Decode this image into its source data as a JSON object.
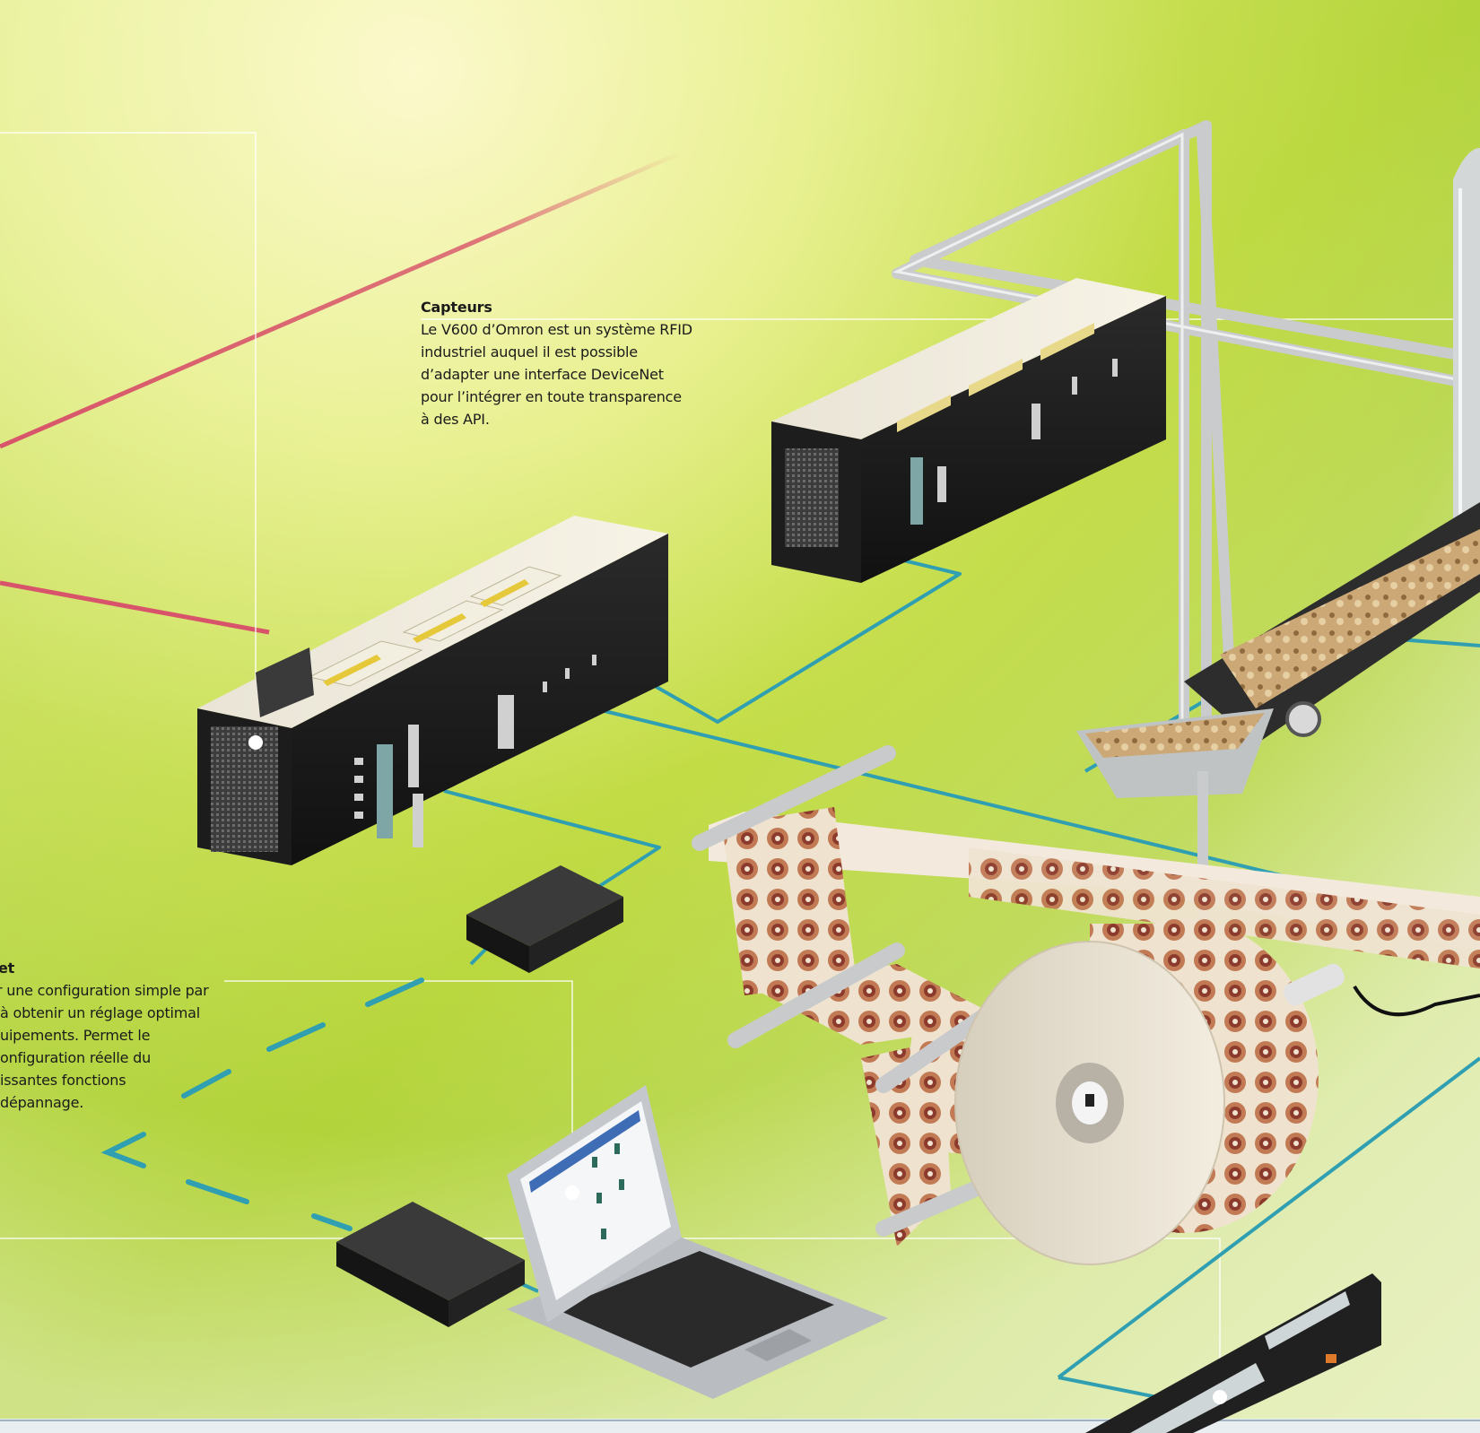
{
  "callouts": {
    "capteurs": {
      "title": "Capteurs",
      "lines": [
        "Le V600 d’Omron est un système RFID",
        "industriel auquel il est possible",
        "d’adapter une interface DeviceNet",
        "pour l’intégrer en toute transparence",
        "à des API."
      ]
    },
    "devicenet": {
      "title": "et",
      "lines": [
        "r une configuration simple par",
        "à obtenir un réglage optimal",
        "uipements. Permet le",
        "onfiguration réelle du",
        "issantes fonctions",
        "dépannage."
      ]
    }
  },
  "colors": {
    "background_green": "#b8d63c",
    "background_highlight": "#fbf8c2",
    "network_cable": "#2f9fb1",
    "red_cable": "#d8546a",
    "leader_line": "#ffffff",
    "device_body": "#1c1c1c",
    "tube": "#c9cbcc"
  }
}
